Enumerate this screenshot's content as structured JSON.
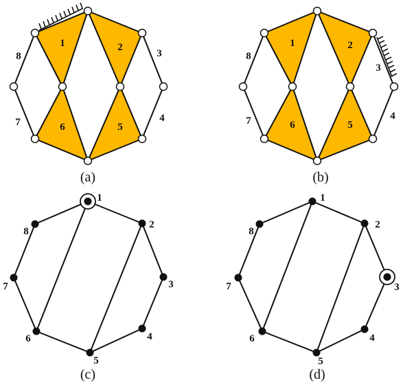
{
  "colors": {
    "link_fill": "#FFB800",
    "stroke": "#111111",
    "joint_fill": "#FFFFFF"
  },
  "panels": {
    "a": {
      "caption": "(a)",
      "link_labels": [
        "1",
        "2",
        "3",
        "4",
        "5",
        "6",
        "7",
        "8"
      ],
      "ground": "ground-hatch"
    },
    "b": {
      "caption": "(b)",
      "link_labels": [
        "1",
        "2",
        "3",
        "4",
        "5",
        "6",
        "7",
        "8"
      ],
      "ground": "ground-hatch"
    },
    "c": {
      "caption": "(c)",
      "vertex_labels": [
        "1",
        "2",
        "3",
        "4",
        "5",
        "6",
        "7",
        "8"
      ]
    },
    "d": {
      "caption": "(d)",
      "vertex_labels": [
        "1",
        "2",
        "3",
        "4",
        "5",
        "6",
        "7",
        "8"
      ]
    }
  }
}
